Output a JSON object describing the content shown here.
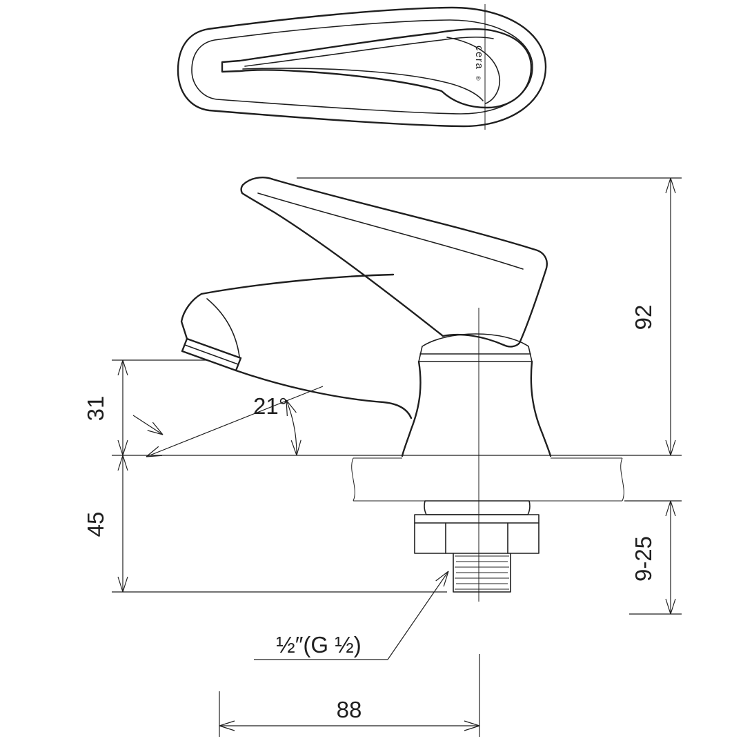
{
  "canvas": {
    "background": "#ffffff",
    "line_color": "#1f1f1f"
  },
  "brand": {
    "name": "cera",
    "registered_mark": "®"
  },
  "dimensions": {
    "height_above_deck": "92",
    "outlet_height": "31",
    "shank_below_deck": "45",
    "deck_thickness_range": "9-25",
    "spout_reach": "88",
    "outlet_angle": "21°",
    "thread_size": "½″(G ½)"
  }
}
